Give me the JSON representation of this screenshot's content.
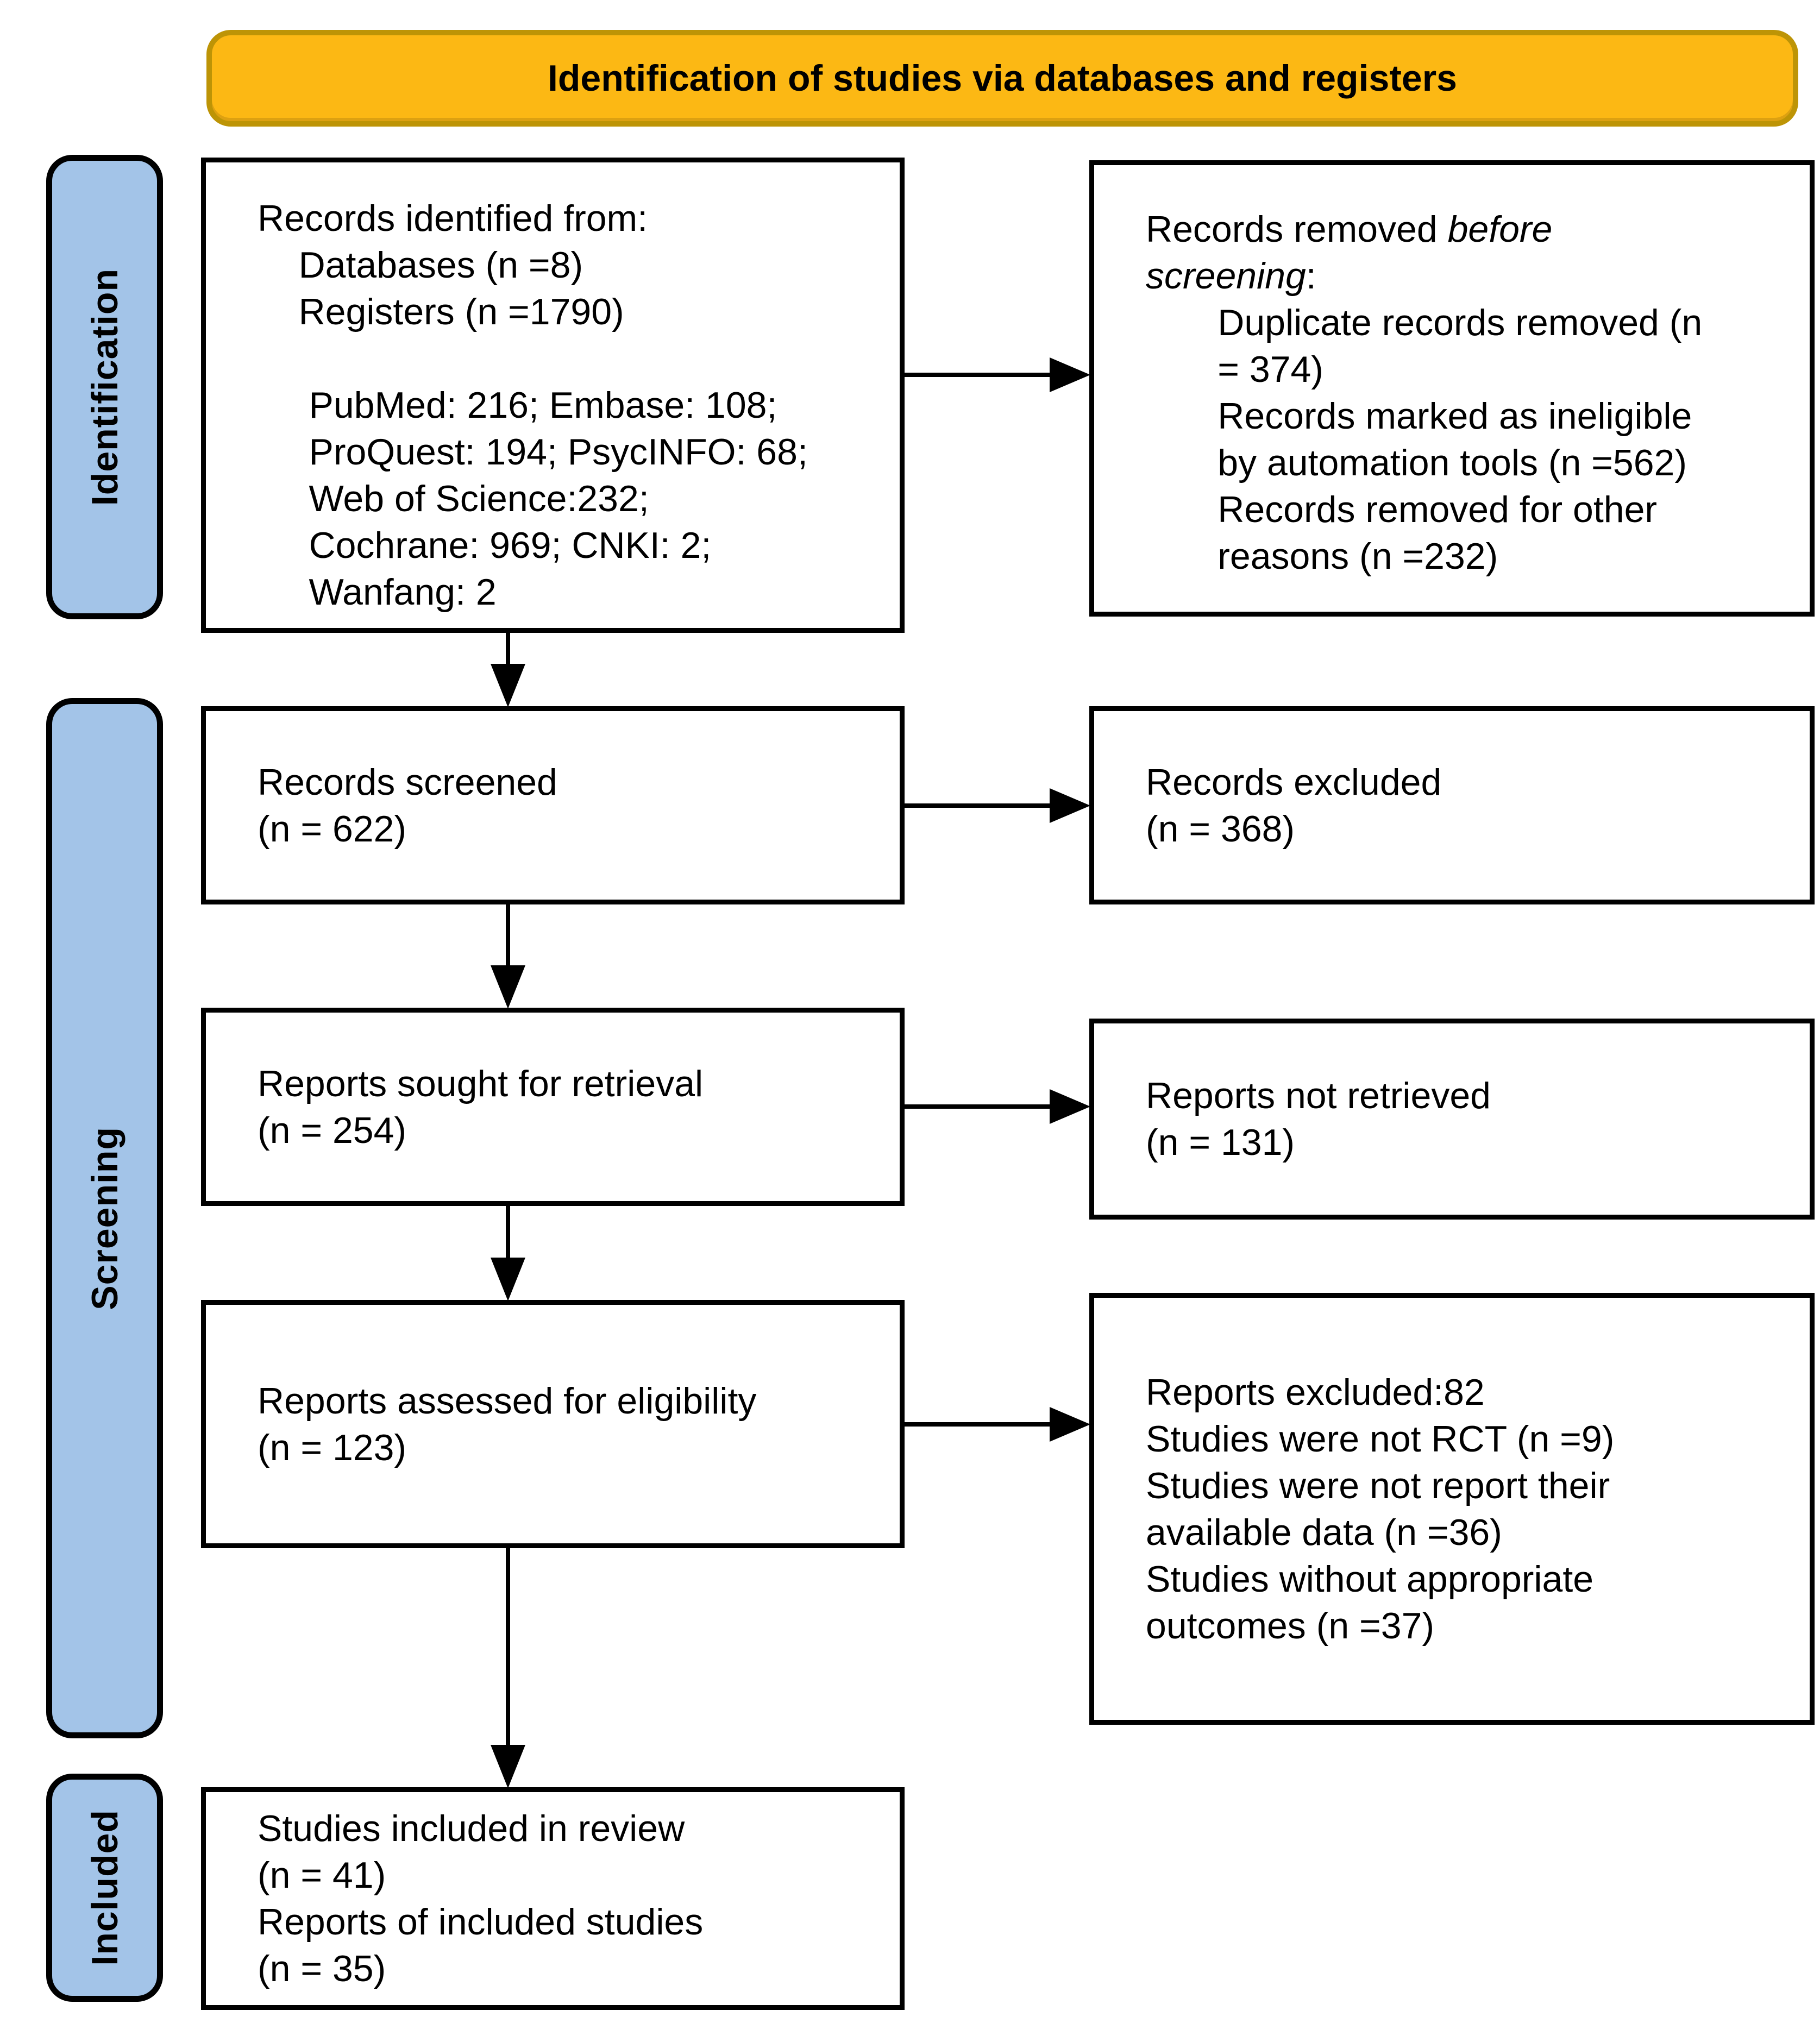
{
  "banner": {
    "label": "Identification of studies via databases and registers"
  },
  "sidebar": {
    "identification": "Identification",
    "screening": "Screening",
    "included": "Included"
  },
  "flow": {
    "records_identified": "Records identified from:\n    Databases (n =8)\n    Registers (n =1790)\n\n     PubMed: 216; Embase: 108;\n     ProQuest: 194; PsycINFO: 68;\n     Web of Science:232;\n     Cochrane: 969; CNKI: 2;\n     Wanfang: 2",
    "records_removed": {
      "prefix": "Records removed ",
      "italic": "before\nscreening",
      "rest": ":\n       Duplicate records removed (n\n       = 374)\n       Records marked as ineligible\n       by automation tools (n =562)\n       Records removed for other\n       reasons (n =232)"
    },
    "records_screened": "Records screened\n(n = 622)",
    "records_excluded": "Records excluded\n(n = 368)",
    "reports_sought": "Reports sought for retrieval\n(n = 254)",
    "reports_not_retrieved": "Reports not retrieved\n(n = 131)",
    "reports_assessed": "Reports assessed for eligibility\n(n = 123)",
    "reports_excluded": "Reports excluded:82\nStudies were not RCT (n =9)\nStudies were not report their\navailable data (n =36)\nStudies without appropriate\noutcomes (n =37)",
    "studies_included": "Studies included in review\n(n = 41)\nReports of included studies\n(n = 35)"
  },
  "colors": {
    "banner_fill": "#FCB814",
    "banner_border": "#BD9406",
    "tab_fill": "#A3C4E8",
    "box_border": "#000000",
    "text": "#000000"
  }
}
